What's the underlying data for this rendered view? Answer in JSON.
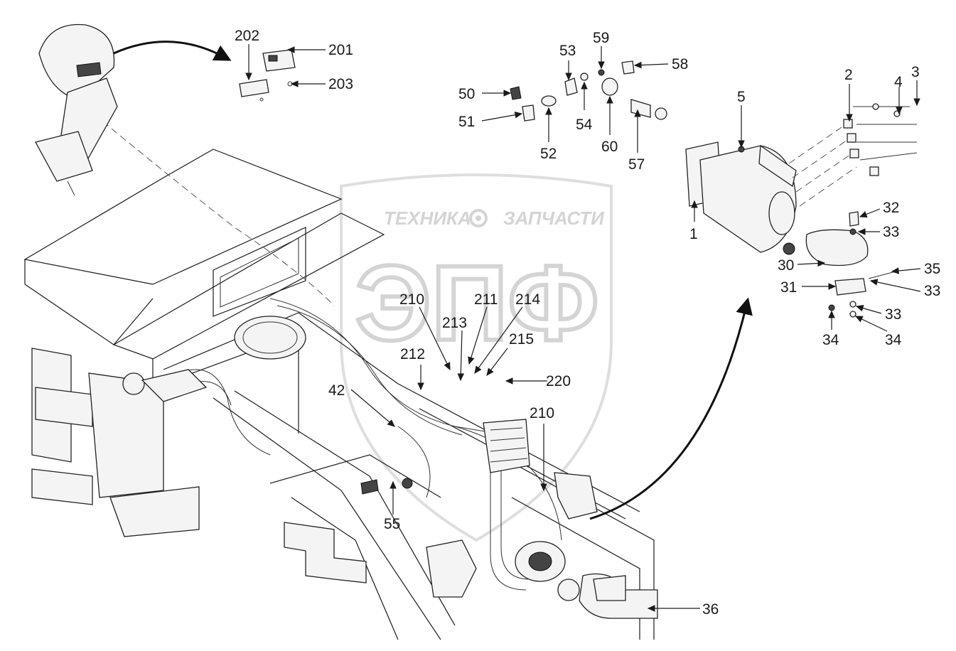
{
  "watermark": {
    "left_word": "ТЕХНИКА",
    "right_word": "ЗАПЧАСТИ",
    "logo": "ЭПФ",
    "gear_icon": "gear-icon"
  },
  "callouts": {
    "c202": "202",
    "c201": "201",
    "c203": "203",
    "c53": "53",
    "c59": "59",
    "c58": "58",
    "c50": "50",
    "c51": "51",
    "c52": "52",
    "c54": "54",
    "c60": "60",
    "c57": "57",
    "c2": "2",
    "c4": "4",
    "c3": "3",
    "c5": "5",
    "c1": "1",
    "c32": "32",
    "c33a": "33",
    "c30": "30",
    "c35": "35",
    "c31": "31",
    "c33b": "33",
    "c33c": "33",
    "c34a": "34",
    "c34b": "34",
    "c210a": "210",
    "c211": "211",
    "c214": "214",
    "c213": "213",
    "c215": "215",
    "c212": "212",
    "c220": "220",
    "c42": "42",
    "c210b": "210",
    "c55": "55",
    "c36": "36"
  },
  "colors": {
    "ink": "#1a1a1a",
    "watermark": "#d4d4d4",
    "paper": "#ffffff"
  }
}
